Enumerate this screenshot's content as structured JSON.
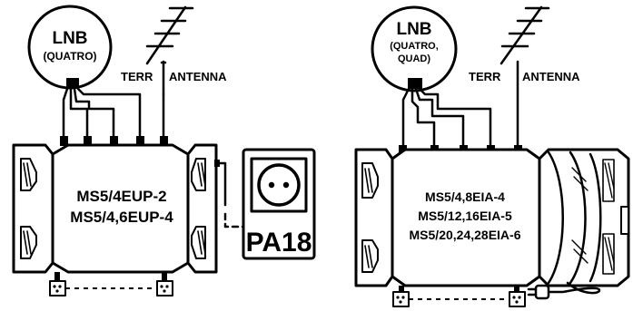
{
  "left": {
    "lnb_title": "LNB",
    "lnb_sub": "(QUATRO)",
    "terr_label": "TERR",
    "antenna_label": "ANTENNA",
    "model_line1": "MS5/4EUP-2",
    "model_line2": "MS5/4,6EUP-4",
    "psu_label": "PA18"
  },
  "right": {
    "lnb_title": "LNB",
    "lnb_sub1": "(QUATRO,",
    "lnb_sub2": "QUAD)",
    "terr_label": "TERR",
    "antenna_label": "ANTENNA",
    "model_line1": "MS5/4,8EIA-4",
    "model_line2": "MS5/12,16EIA-5",
    "model_line3": "MS5/20,24,28EIA-6"
  },
  "colors": {
    "line": "#000000",
    "background": "#ffffff"
  }
}
